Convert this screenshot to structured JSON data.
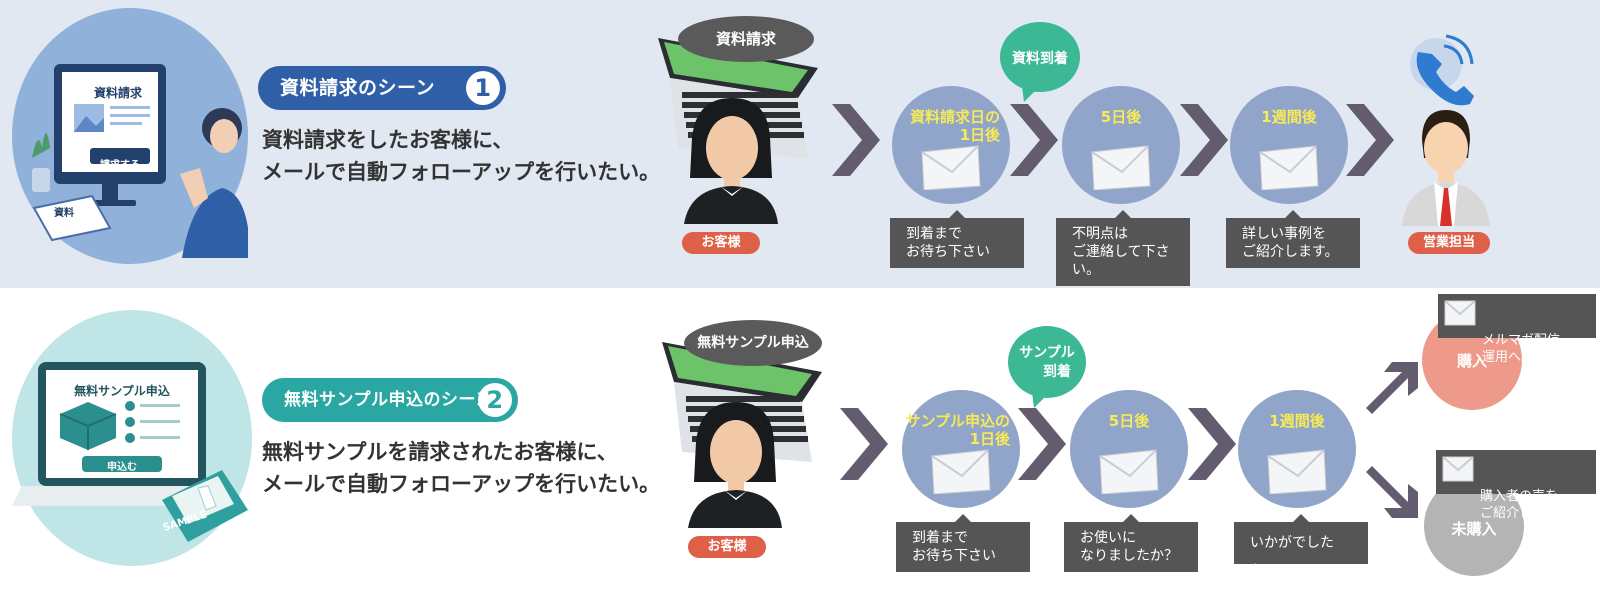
{
  "colors": {
    "band_top": "#e1e8f1",
    "scene1_accent": "#2f5fa6",
    "scene2_accent": "#2aa7a3",
    "step_circle": "#91a5cb",
    "step_label": "#f6ea56",
    "arrival": "#3cb894",
    "customer_tag": "#de6048",
    "purchase": "#ee9a8a",
    "not_purchased": "#b4b4b4"
  },
  "scene1": {
    "illustration": {
      "screen_title": "資料請求",
      "button_label": "請求する",
      "book_label": "資料"
    },
    "pill_label": "資料請求のシーン",
    "pill_number": "1",
    "description": [
      "資料請求をしたお客様に、",
      "メールで自動フォローアップを行いたい。"
    ],
    "request_bubble": "資料請求",
    "customer_tag": "お客様",
    "arrival_label": "資料到着",
    "steps": [
      {
        "label": [
          "資料請求日の",
          "1日後"
        ],
        "note": "到着まで\nお待ち下さい"
      },
      {
        "label": [
          "5日後"
        ],
        "note": "不明点は\nご連絡して下さい。"
      },
      {
        "label": [
          "1週間後"
        ],
        "note": "詳しい事例を\nご紹介します。"
      }
    ],
    "sales_tag": "営業担当"
  },
  "scene2": {
    "illustration": {
      "screen_title": "無料サンプル申込",
      "button_label": "申込む",
      "box_label": "SAMPLE"
    },
    "pill_label": "無料サンプル申込のシーン",
    "pill_number": "2",
    "description": [
      "無料サンプルを請求されたお客様に、",
      "メールで自動フォローアップを行いたい。"
    ],
    "request_bubble": "無料サンプル申込",
    "customer_tag": "お客様",
    "arrival_label": [
      "サンプル",
      "到着"
    ],
    "steps": [
      {
        "label": [
          "サンプル申込の",
          "1日後"
        ],
        "note": "到着まで\nお待ち下さい"
      },
      {
        "label": [
          "5日後"
        ],
        "note": "お使いに\nなりましたか？"
      },
      {
        "label": [
          "1週間後"
        ],
        "note": "いかがでしたか？"
      }
    ],
    "outcomes": [
      {
        "label": "購入",
        "note": "メルマガ配信\n運用へ。"
      },
      {
        "label": "未購入",
        "note": "購入者の声を\nご紹介します。"
      }
    ]
  }
}
